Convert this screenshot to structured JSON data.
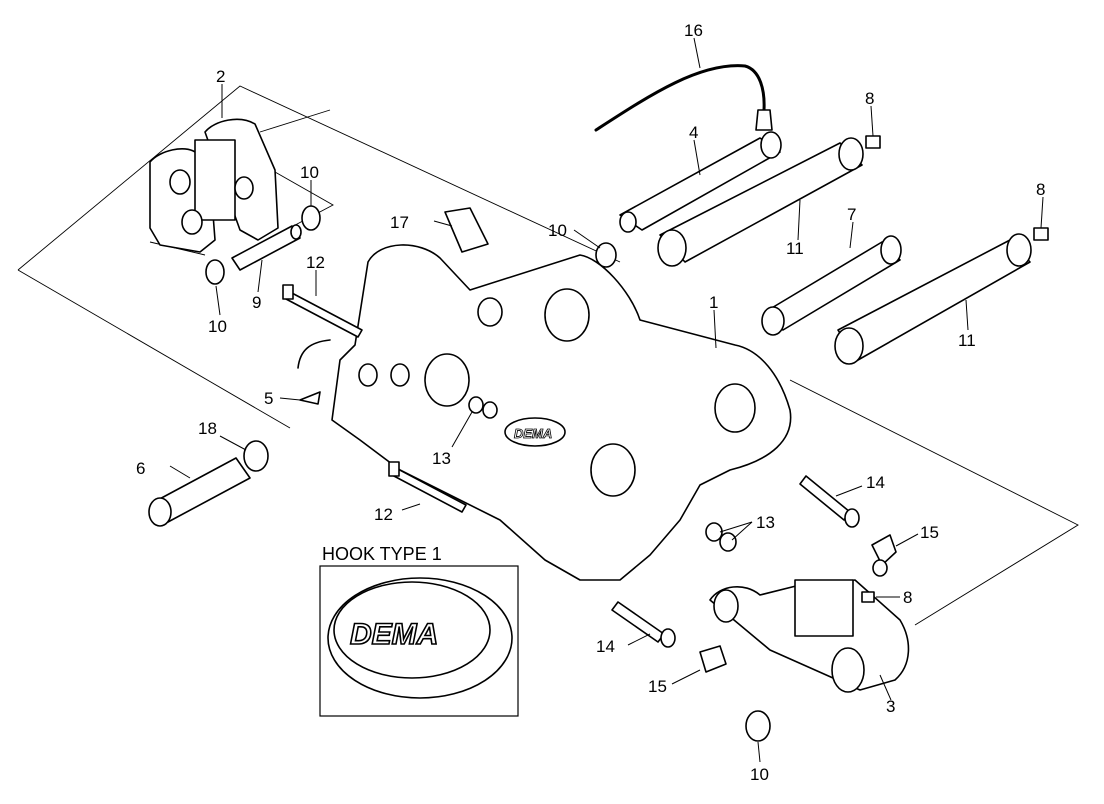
{
  "diagram": {
    "inset_title": "HOOK TYPE 1",
    "logo_text": "DEMA",
    "callouts": [
      {
        "id": "c16",
        "label": "16"
      },
      {
        "id": "c2",
        "label": "2"
      },
      {
        "id": "c8a",
        "label": "8"
      },
      {
        "id": "c4",
        "label": "4"
      },
      {
        "id": "c10a",
        "label": "10"
      },
      {
        "id": "c17",
        "label": "17"
      },
      {
        "id": "c10b",
        "label": "10"
      },
      {
        "id": "c8b",
        "label": "8"
      },
      {
        "id": "c7",
        "label": "7"
      },
      {
        "id": "c11a",
        "label": "11"
      },
      {
        "id": "c12a",
        "label": "12"
      },
      {
        "id": "c9",
        "label": "9"
      },
      {
        "id": "c10c",
        "label": "10"
      },
      {
        "id": "c1",
        "label": "1"
      },
      {
        "id": "c11b",
        "label": "11"
      },
      {
        "id": "c5",
        "label": "5"
      },
      {
        "id": "c18",
        "label": "18"
      },
      {
        "id": "c13a",
        "label": "13"
      },
      {
        "id": "c6",
        "label": "6"
      },
      {
        "id": "c14a",
        "label": "14"
      },
      {
        "id": "c12b",
        "label": "12"
      },
      {
        "id": "c13b",
        "label": "13"
      },
      {
        "id": "c15a",
        "label": "15"
      },
      {
        "id": "c8c",
        "label": "8"
      },
      {
        "id": "c14b",
        "label": "14"
      },
      {
        "id": "c15b",
        "label": "15"
      },
      {
        "id": "c3",
        "label": "3"
      },
      {
        "id": "c10d",
        "label": "10"
      }
    ]
  }
}
